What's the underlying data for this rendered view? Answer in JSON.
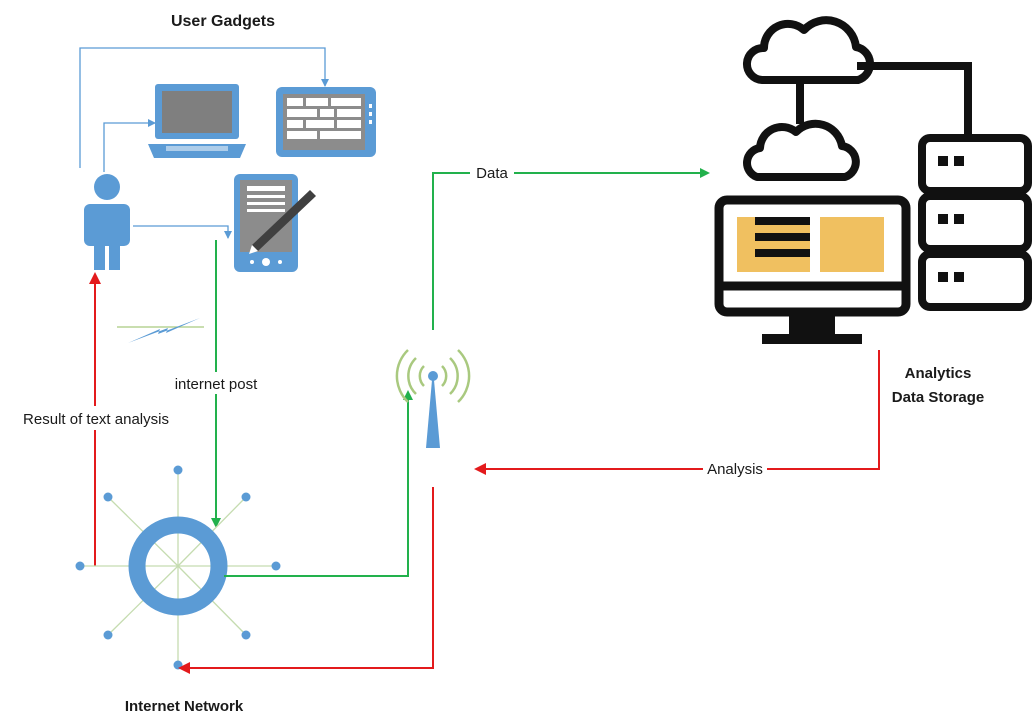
{
  "titles": {
    "user_gadgets": "User Gadgets",
    "analytics_line1": "Analytics",
    "analytics_line2": "Data Storage",
    "internet_network": "Internet Network"
  },
  "edges": {
    "data": "Data",
    "internet_post": "internet post",
    "result": "Result of text analysis",
    "analysis": "Analysis"
  },
  "colors": {
    "green": "#22b14c",
    "red": "#e31a1c",
    "blue": "#5b9bd5",
    "dark": "#111111",
    "gold": "#f0c060"
  },
  "icons": [
    "user-icon",
    "laptop-icon",
    "tablet-icon",
    "pda-icon",
    "lightning-icon",
    "antenna-icon",
    "cloud-icon",
    "monitor-icon",
    "server-icon",
    "network-hub-icon"
  ]
}
